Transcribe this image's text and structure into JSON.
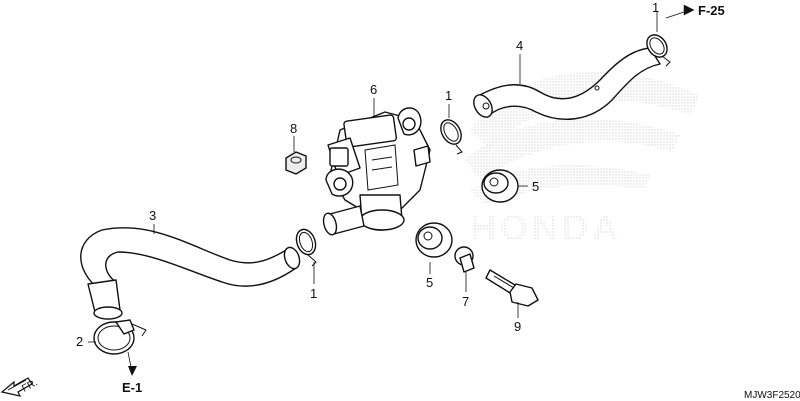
{
  "diagram": {
    "callouts": [
      {
        "id": "c1a",
        "text": "1"
      },
      {
        "id": "c1b",
        "text": "1"
      },
      {
        "id": "c1c",
        "text": "1"
      },
      {
        "id": "c2",
        "text": "2"
      },
      {
        "id": "c3",
        "text": "3"
      },
      {
        "id": "c4",
        "text": "4"
      },
      {
        "id": "c5a",
        "text": "5"
      },
      {
        "id": "c5b",
        "text": "5"
      },
      {
        "id": "c6",
        "text": "6"
      },
      {
        "id": "c7",
        "text": "7"
      },
      {
        "id": "c8",
        "text": "8"
      },
      {
        "id": "c9",
        "text": "9"
      }
    ],
    "refs": {
      "top_right": "F-25",
      "bottom_left": "E-1",
      "front": "FR."
    },
    "drawing_code": "MJW3F2520",
    "watermark": "HONDA"
  }
}
